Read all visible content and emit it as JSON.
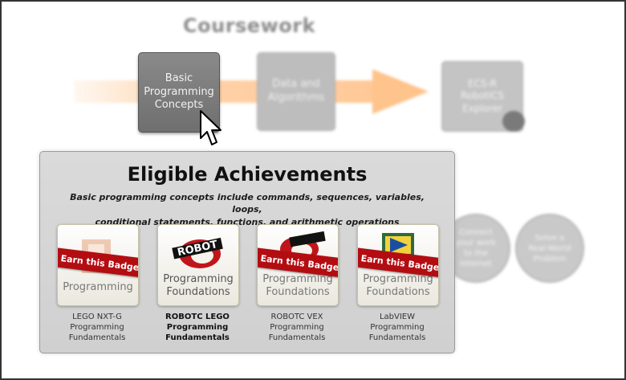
{
  "coursework": {
    "title": "Coursework",
    "steps": [
      {
        "label_lines": [
          "Basic",
          "Programming",
          "Concepts"
        ]
      },
      {
        "label_lines": [
          "Data and",
          "Algorithms"
        ]
      },
      {
        "label_lines": [
          "ECS-R",
          "RobotICS",
          "Explorer"
        ]
      }
    ],
    "circles": [
      {
        "label_lines": [
          "Connect",
          "your work",
          "to the",
          "Internet"
        ]
      },
      {
        "label_lines": [
          "Solve a",
          "Real-World",
          "Problem"
        ]
      }
    ]
  },
  "achievements": {
    "title": "Eligible Achievements",
    "description_lines": [
      "Basic programming concepts include commands, sequences, variables, loops,",
      "conditional statements, functions, and arithmetic operations"
    ],
    "badges": [
      {
        "badge_text": [
          "Programming"
        ],
        "ribbon": "Earn this Badge",
        "caption_lines": [
          "LEGO NXT-G",
          "Programming",
          "Fundamentals"
        ]
      },
      {
        "badge_text": [
          "Programming",
          "Foundations"
        ],
        "ribbon": "",
        "caption_lines": [
          "ROBOTC LEGO",
          "Programming",
          "Fundamentals"
        ]
      },
      {
        "badge_text": [
          "Programming",
          "Foundations"
        ],
        "ribbon": "Earn this Badge",
        "caption_lines": [
          "ROBOTC VEX",
          "Programming",
          "Fundamentals"
        ]
      },
      {
        "badge_text": [
          "Programming",
          "Foundations"
        ],
        "ribbon": "Earn this Badge",
        "caption_lines": [
          "LabVIEW",
          "Programming",
          "Fundamentals"
        ]
      }
    ]
  },
  "colors": {
    "ribbon": "#b30d12",
    "arrow": "#ffc38c",
    "active_step": "#7a7a7a"
  },
  "icons": {
    "cursor": "arrow-pointer-icon",
    "robotc_logo": "robotc-logo",
    "labview_logo": "labview-logo"
  }
}
